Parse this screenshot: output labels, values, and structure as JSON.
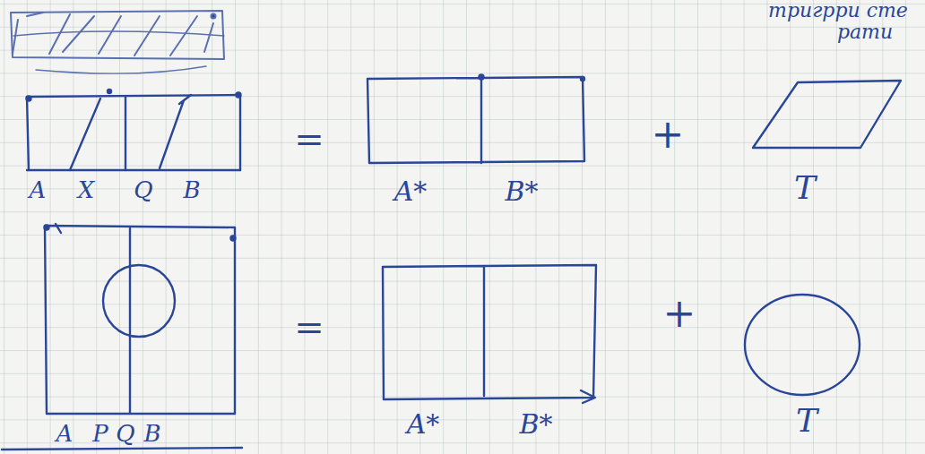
{
  "diagram": {
    "labels": [
      "тригрри сте",
      "рати",
      "A",
      "X",
      "Q",
      "B",
      "=",
      "A*",
      "B*",
      "+",
      "T",
      "A",
      "P",
      "Q",
      "B",
      "=",
      "A*",
      "B*",
      "+",
      "T"
    ]
  }
}
